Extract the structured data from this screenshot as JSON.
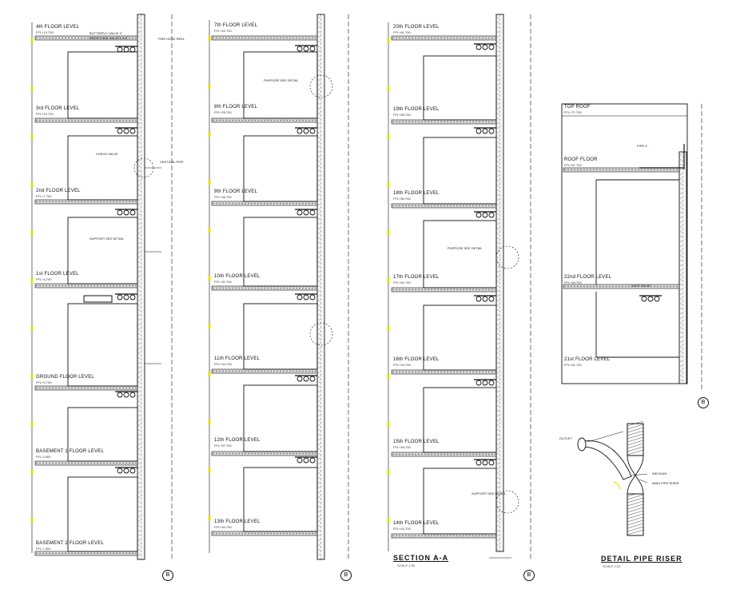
{
  "sections": [
    {
      "id": "riser-1",
      "grid_bubble": "B",
      "levels": [
        {
          "title": "4th FLOOR LEVEL",
          "sub": "FFL+13.700"
        },
        {
          "title": "3rd FLOOR LEVEL",
          "sub": "FFL+10.700"
        },
        {
          "title": "2nd FLOOR LEVEL",
          "sub": "FFL+7.700"
        },
        {
          "title": "1st FLOOR LEVEL",
          "sub": "FFL+4.700"
        },
        {
          "title": "GROUND FLOOR LEVEL",
          "sub": "FFL+0.700"
        },
        {
          "title": "BASEMENT 1 FLOOR LEVEL",
          "sub": "FFL-3.300"
        },
        {
          "title": "BASEMENT 2 FLOOR LEVEL",
          "sub": "FFL-7.300"
        }
      ]
    },
    {
      "id": "riser-2",
      "grid_bubble": "B",
      "levels": [
        {
          "title": "7th FLOOR LEVEL",
          "sub": "FFL+22.700"
        },
        {
          "title": "8th FLOOR LEVEL",
          "sub": "FFL+25.700"
        },
        {
          "title": "9th FLOOR LEVEL",
          "sub": "FFL+28.700"
        },
        {
          "title": "10th FLOOR LEVEL",
          "sub": "FFL+31.700"
        },
        {
          "title": "11th FLOOR LEVEL",
          "sub": "FFL+34.700"
        },
        {
          "title": "12th FLOOR LEVEL",
          "sub": "FFL+37.700"
        },
        {
          "title": "13th FLOOR LEVEL",
          "sub": "FFL+40.700"
        }
      ]
    },
    {
      "id": "riser-3",
      "grid_bubble": "B",
      "title": "SECTION A-A",
      "scale": "SCALE 1:50",
      "levels": [
        {
          "title": "20th FLOOR LEVEL",
          "sub": "FFL+61.700"
        },
        {
          "title": "19th FLOOR LEVEL",
          "sub": "FFL+58.700"
        },
        {
          "title": "18th FLOOR LEVEL",
          "sub": "FFL+55.700"
        },
        {
          "title": "17th FLOOR LEVEL",
          "sub": "FFL+52.700"
        },
        {
          "title": "16th FLOOR LEVEL",
          "sub": "FFL+49.700"
        },
        {
          "title": "15th FLOOR LEVEL",
          "sub": "FFL+46.700"
        },
        {
          "title": "14th FLOOR LEVEL",
          "sub": "FFL+43.700"
        }
      ]
    },
    {
      "id": "riser-4",
      "grid_bubble": "B",
      "levels": [
        {
          "title": "TOP ROOF",
          "sub": "FFL+71.700"
        },
        {
          "title": "ROOF FLOOR",
          "sub": "FFL+67.700"
        },
        {
          "title": "22nd FLOOR LEVEL",
          "sub": "FFL+64.700"
        },
        {
          "title": "21st FLOOR LEVEL",
          "sub": "FFL+61.700"
        }
      ]
    }
  ],
  "detail": {
    "title": "DETAIL PIPE RISER",
    "scale": "SCALE 1:20",
    "labels": {
      "outlet": "OUTLET",
      "welding": "WELDING",
      "main_riser": "MAIN PIPE RISER"
    }
  },
  "notes": {
    "butterfly": "BUTTERFLY VALVE 4\"",
    "breeching": "BREECHING VALVE 2 1/2\"",
    "fire_hose": "FIRE HOSE REEL",
    "gate": "GATE VALVE",
    "purpose": "PURPOSE SEE DETAIL",
    "check": "CHECK VALVE",
    "support": "SUPPORT SEE DETAIL",
    "vertical": "VERTICAL PIPE",
    "pipe": "PIPE 4\""
  }
}
